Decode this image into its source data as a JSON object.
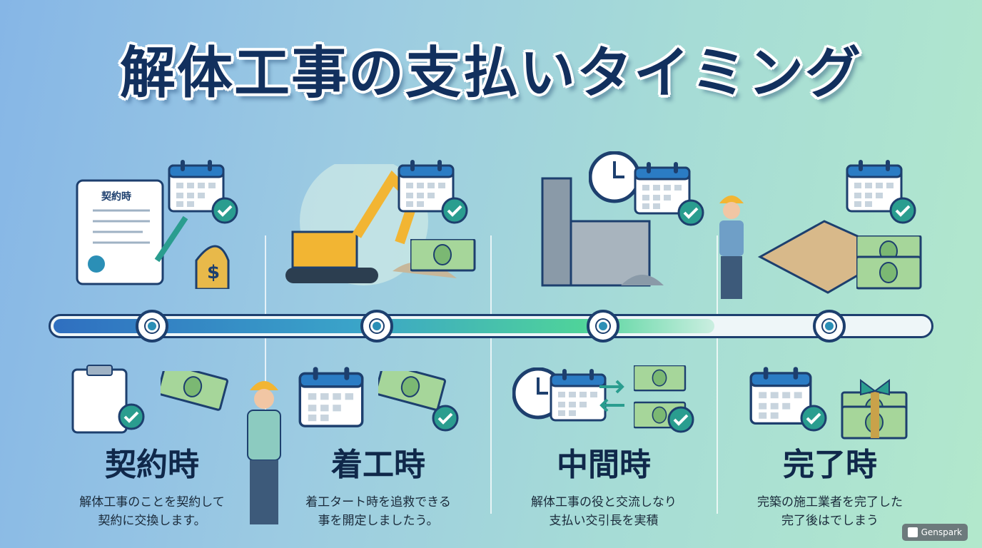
{
  "title": "解体工事の支払いタイミング",
  "contract_doc_label": "契約時",
  "stages": [
    {
      "heading": "契約時",
      "line1": "解体工事のことを契約して",
      "line2": "契約に交換します。"
    },
    {
      "heading": "着工時",
      "line1": "着工タート時を追救できる",
      "line2": "事を開定しましたう。"
    },
    {
      "heading": "中間時",
      "line1": "解体工事の役と交流しなり",
      "line2": "支払い交引長を実積"
    },
    {
      "heading": "完了時",
      "line1": "完築の施工業者を完了した",
      "line2": "完了後はでしまう"
    }
  ],
  "progress_percent": 75,
  "watermark": "Genspark",
  "colors": {
    "navy": "#12305e",
    "teal": "#2b8fb6",
    "check": "#2a9d8f",
    "money": "#8cc68a"
  }
}
